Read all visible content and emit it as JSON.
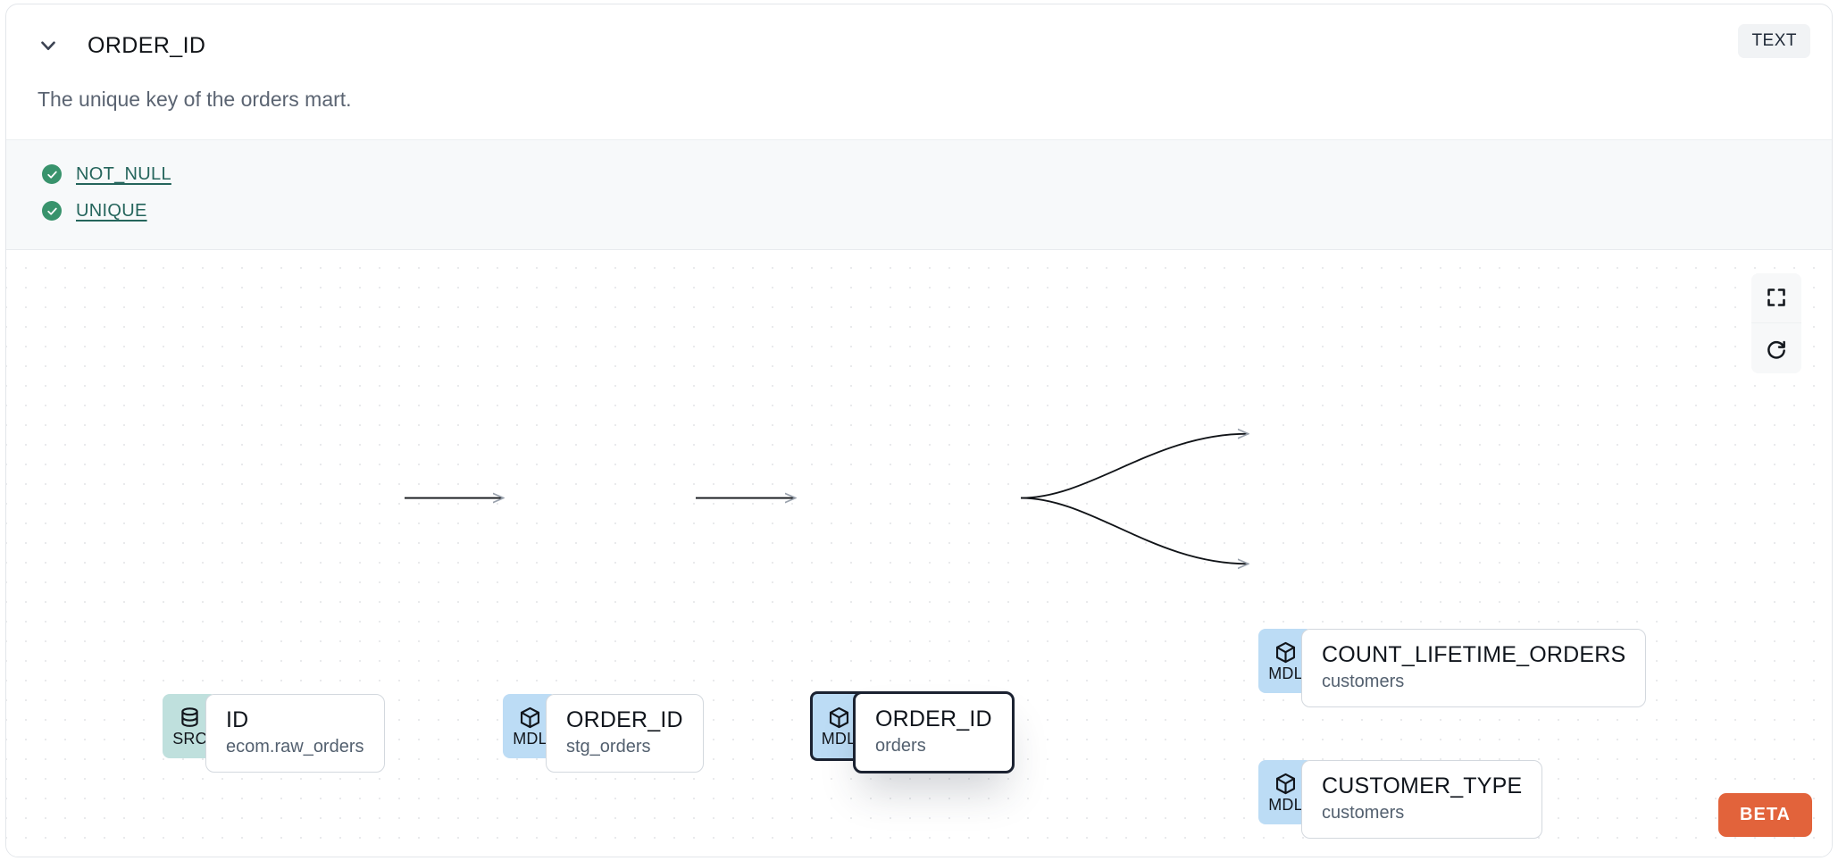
{
  "header": {
    "collapse_icon": "chevron-down-icon",
    "column_name": "ORDER_ID",
    "data_type_badge": "TEXT"
  },
  "description": "The unique key of the orders mart.",
  "tests": [
    {
      "status_icon": "check-circle-icon",
      "label": "NOT_NULL",
      "status": "passed"
    },
    {
      "status_icon": "check-circle-icon",
      "label": "UNIQUE",
      "status": "passed"
    }
  ],
  "lineage": {
    "controls": [
      {
        "name": "fit-view-button",
        "icon": "fullscreen-icon"
      },
      {
        "name": "refresh-button",
        "icon": "refresh-icon"
      }
    ],
    "beta_label": "BETA",
    "nodes": [
      {
        "id": "src-id",
        "kind": "SRC",
        "kind_icon": "database-icon",
        "name": "ID",
        "source": "ecom.raw_orders",
        "selected": false
      },
      {
        "id": "mdl-stg-order-id",
        "kind": "MDL",
        "kind_icon": "cube-icon",
        "name": "ORDER_ID",
        "source": "stg_orders",
        "selected": false
      },
      {
        "id": "mdl-orders-order-id",
        "kind": "MDL",
        "kind_icon": "cube-icon",
        "name": "ORDER_ID",
        "source": "orders",
        "selected": true
      },
      {
        "id": "mdl-count-lifetime-orders",
        "kind": "MDL",
        "kind_icon": "cube-icon",
        "name": "COUNT_LIFETIME_ORDERS",
        "source": "customers",
        "selected": false
      },
      {
        "id": "mdl-customer-type",
        "kind": "MDL",
        "kind_icon": "cube-icon",
        "name": "CUSTOMER_TYPE",
        "source": "customers",
        "selected": false
      }
    ],
    "edges": [
      {
        "from": "src-id",
        "to": "mdl-stg-order-id"
      },
      {
        "from": "mdl-stg-order-id",
        "to": "mdl-orders-order-id"
      },
      {
        "from": "mdl-orders-order-id",
        "to": "mdl-count-lifetime-orders"
      },
      {
        "from": "mdl-orders-order-id",
        "to": "mdl-customer-type"
      }
    ]
  },
  "colors": {
    "src_badge": "#bfe0dd",
    "mdl_badge": "#bcdcf5",
    "test_pass": "#38936c",
    "test_link": "#25655c",
    "beta": "#e2633b",
    "selected_border": "#1b2231"
  }
}
